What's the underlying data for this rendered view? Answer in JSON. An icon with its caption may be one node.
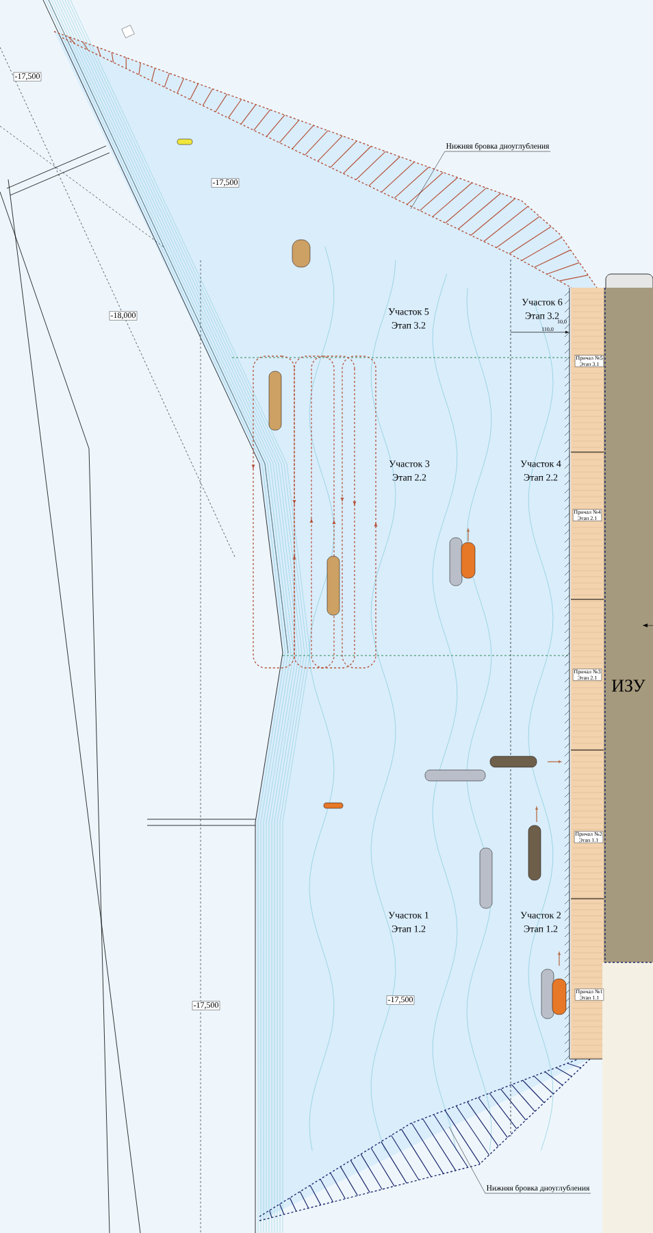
{
  "diagram": {
    "nodes": [
      {
        "text": [
          "-17,500"
        ]
      },
      {
        "text": [
          "Нижняя бровка дноуглубления"
        ]
      },
      {
        "text": [
          "-17,500"
        ]
      },
      {
        "text": [
          "-18,000"
        ]
      },
      {
        "text": [
          "Причал №5",
          "Этап 3.1"
        ]
      },
      {
        "text": [
          "Причал №4",
          "Этап 2.1"
        ]
      },
      {
        "text": [
          "Причал №3",
          "Этап 2.1"
        ]
      },
      {
        "text": [
          "Причал №2",
          "Этап 1.1"
        ]
      },
      {
        "text": [
          "Причал №1",
          "Этап 1.1"
        ]
      },
      {
        "text": [
          "-17,500"
        ]
      },
      {
        "text": [
          "-17,500"
        ]
      },
      {
        "text": [
          "Нижняя бровка дноуглубления"
        ]
      }
    ],
    "edges": [
      {
        "from": 1,
        "to": null,
        "arrow": "none"
      },
      {
        "from": 11,
        "to": null,
        "arrow": "none"
      }
    ],
    "labels": [
      "Участок 6",
      "Этап 3.2",
      "10,0",
      "110,0",
      "Участок 5",
      "Этап 3.2",
      "Участок 3",
      "Этап 2.2",
      "Участок 4",
      "Этап 2.2",
      "ИЗУ",
      "Участок 1",
      "Этап 1.2",
      "Участок 2",
      "Этап 1.2"
    ]
  }
}
